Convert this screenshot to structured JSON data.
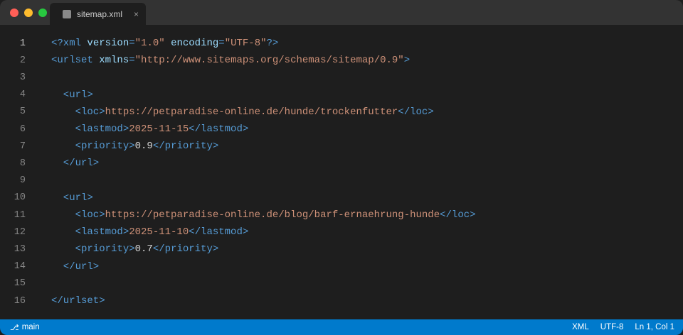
{
  "window": {
    "traffic_lights": [
      {
        "name": "close",
        "color": "#ff5f57"
      },
      {
        "name": "minimize",
        "color": "#febc2e"
      },
      {
        "name": "maximize",
        "color": "#28c840"
      }
    ]
  },
  "tab": {
    "label": "sitemap.xml",
    "close_glyph": "×",
    "icon": "file-icon"
  },
  "editor": {
    "active_line": 1,
    "lines": [
      {
        "n": "1",
        "segments": [
          {
            "c": "tag",
            "t": "<?xml "
          },
          {
            "c": "attr",
            "t": "version"
          },
          {
            "c": "tag",
            "t": "="
          },
          {
            "c": "str",
            "t": "\"1.0\""
          },
          {
            "c": "tag",
            "t": " "
          },
          {
            "c": "attr",
            "t": "encoding"
          },
          {
            "c": "tag",
            "t": "="
          },
          {
            "c": "str",
            "t": "\"UTF-8\""
          },
          {
            "c": "tag",
            "t": "?>"
          }
        ]
      },
      {
        "n": "2",
        "segments": [
          {
            "c": "tag",
            "t": "<urlset "
          },
          {
            "c": "attr",
            "t": "xmlns"
          },
          {
            "c": "tag",
            "t": "="
          },
          {
            "c": "str",
            "t": "\"http://www.sitemaps.org/schemas/sitemap/0.9\""
          },
          {
            "c": "tag",
            "t": ">"
          }
        ]
      },
      {
        "n": "3",
        "segments": []
      },
      {
        "n": "4",
        "segments": [
          {
            "c": "tag",
            "t": "  <url>"
          }
        ]
      },
      {
        "n": "5",
        "segments": [
          {
            "c": "tag",
            "t": "    <loc>"
          },
          {
            "c": "txt",
            "t": "https://petparadise-online.de/hunde/trockenfutter"
          },
          {
            "c": "tag",
            "t": "</loc>"
          }
        ]
      },
      {
        "n": "6",
        "segments": [
          {
            "c": "tag",
            "t": "    <lastmod>"
          },
          {
            "c": "txt",
            "t": "2025-11-15"
          },
          {
            "c": "tag",
            "t": "</lastmod>"
          }
        ]
      },
      {
        "n": "7",
        "segments": [
          {
            "c": "tag",
            "t": "    <priority>"
          },
          {
            "c": "num",
            "t": "0.9"
          },
          {
            "c": "tag",
            "t": "</priority>"
          }
        ]
      },
      {
        "n": "8",
        "segments": [
          {
            "c": "tag",
            "t": "  </url>"
          }
        ]
      },
      {
        "n": "9",
        "segments": []
      },
      {
        "n": "10",
        "segments": [
          {
            "c": "tag",
            "t": "  <url>"
          }
        ]
      },
      {
        "n": "11",
        "segments": [
          {
            "c": "tag",
            "t": "    <loc>"
          },
          {
            "c": "txt",
            "t": "https://petparadise-online.de/blog/barf-ernaehrung-hunde"
          },
          {
            "c": "tag",
            "t": "</loc>"
          }
        ]
      },
      {
        "n": "12",
        "segments": [
          {
            "c": "tag",
            "t": "    <lastmod>"
          },
          {
            "c": "txt",
            "t": "2025-11-10"
          },
          {
            "c": "tag",
            "t": "</lastmod>"
          }
        ]
      },
      {
        "n": "13",
        "segments": [
          {
            "c": "tag",
            "t": "    <priority>"
          },
          {
            "c": "num",
            "t": "0.7"
          },
          {
            "c": "tag",
            "t": "</priority>"
          }
        ]
      },
      {
        "n": "14",
        "segments": [
          {
            "c": "tag",
            "t": "  </url>"
          }
        ]
      },
      {
        "n": "15",
        "segments": []
      },
      {
        "n": "16",
        "segments": [
          {
            "c": "tag",
            "t": "</urlset>"
          }
        ]
      }
    ]
  },
  "statusbar": {
    "branch_icon": "git-branch-icon",
    "branch_glyph": "⎇",
    "branch": "main",
    "language": "XML",
    "encoding": "UTF-8",
    "cursor": "Ln 1, Col 1"
  }
}
